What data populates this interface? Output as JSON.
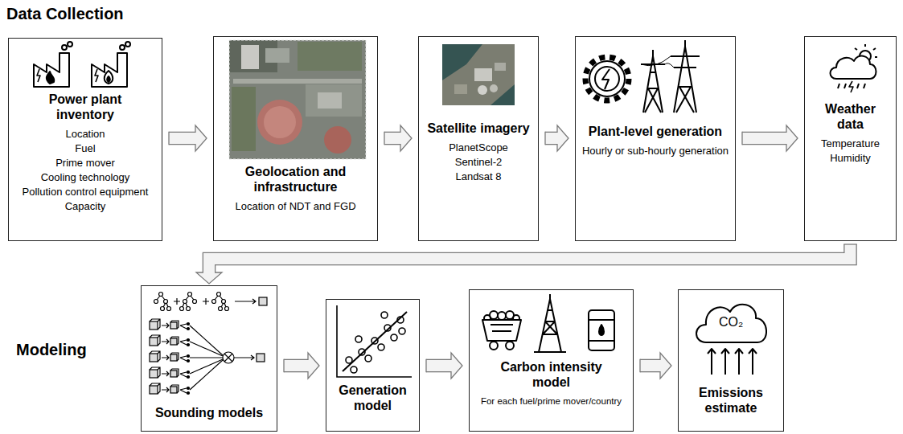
{
  "diagram": {
    "nodes": [
      {
        "text": [
          "Power plant inventory",
          "Location",
          "Fuel",
          "Prime mover",
          "Cooling technology",
          "Pollution control equipment",
          "Capacity"
        ]
      },
      {
        "text": [
          "Geolocation and infrastructure",
          "Location of NDT and FGD"
        ]
      },
      {
        "text": [
          "Satellite imagery",
          "PlanetScope",
          "Sentinel-2",
          "Landsat 8"
        ]
      },
      {
        "text": [
          "Plant-level generation",
          "Hourly or sub-hourly generation"
        ]
      },
      {
        "text": [
          "Weather data",
          "Temperature",
          "Humidity"
        ]
      },
      {
        "text": [
          "Sounding models"
        ]
      },
      {
        "text": [
          "Generation model"
        ]
      },
      {
        "text": [
          "Carbon intensity model",
          "For each fuel/prime mover/country"
        ]
      },
      {
        "text": [
          "Emissions estimate"
        ]
      }
    ],
    "edges": [
      {
        "from": 0,
        "to": 1,
        "arrow": "to"
      },
      {
        "from": 1,
        "to": 2,
        "arrow": "to"
      },
      {
        "from": 2,
        "to": 3,
        "arrow": "to"
      },
      {
        "from": 3,
        "to": 4,
        "arrow": "to"
      },
      {
        "from": 4,
        "to": 5,
        "arrow": "to"
      },
      {
        "from": 5,
        "to": 6,
        "arrow": "to"
      },
      {
        "from": 6,
        "to": 7,
        "arrow": "to"
      },
      {
        "from": 7,
        "to": 8,
        "arrow": "to"
      }
    ],
    "labels": [
      "Data Collection",
      "Modeling",
      "CO₂"
    ]
  }
}
